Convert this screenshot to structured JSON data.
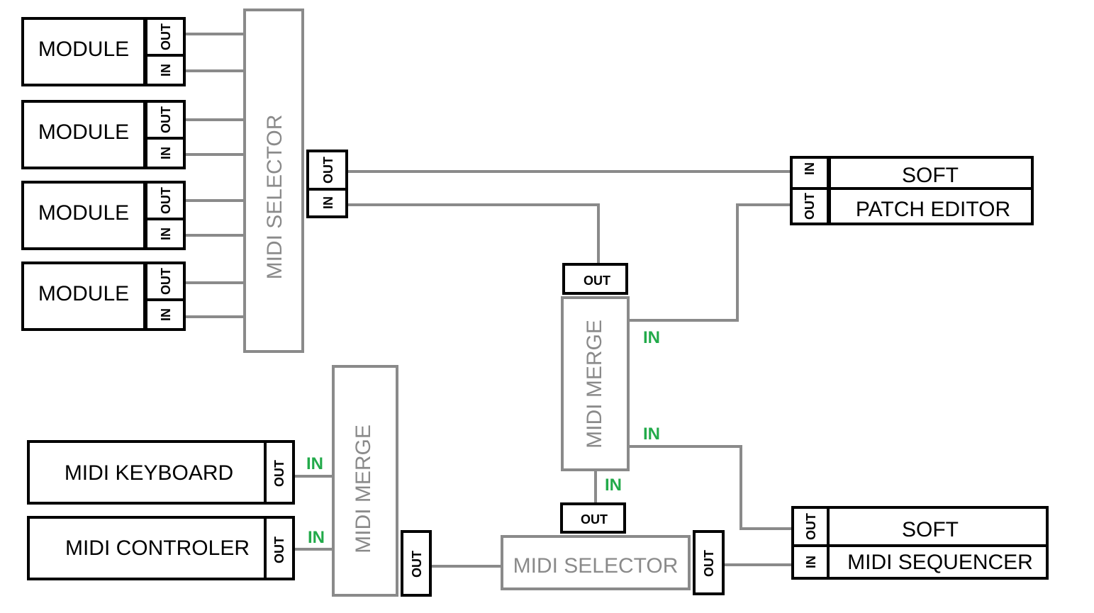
{
  "diagram": {
    "type": "midi-routing",
    "colors": {
      "wire": "#8a8a8a",
      "device_border": "#000000",
      "hub_border": "#8a8a8a",
      "in_label": "#22aa4a"
    },
    "modules": [
      {
        "label": "MODULE",
        "out": "OUT",
        "in": "IN"
      },
      {
        "label": "MODULE",
        "out": "OUT",
        "in": "IN"
      },
      {
        "label": "MODULE",
        "out": "OUT",
        "in": "IN"
      },
      {
        "label": "MODULE",
        "out": "OUT",
        "in": "IN"
      }
    ],
    "midi_selector_top": {
      "label": "MIDI  SELECTOR",
      "out": "OUT",
      "in": "IN"
    },
    "soft_patch_editor": {
      "line1": "SOFT",
      "line2": "PATCH  EDITOR",
      "in": "IN",
      "out": "OUT"
    },
    "midi_merge_center": {
      "label": "MIDI  MERGE",
      "out": "OUT",
      "in1": "IN",
      "in2": "IN",
      "in3": "IN"
    },
    "midi_keyboard": {
      "label": "MIDI KEYBOARD",
      "out": "OUT"
    },
    "midi_controler": {
      "label": "MIDI  CONTROLER",
      "out": "OUT"
    },
    "midi_merge_left": {
      "label": "MIDI  MERGE",
      "in1": "IN",
      "in2": "IN",
      "out": "OUT"
    },
    "midi_selector_bottom": {
      "label": "MIDI  SELECTOR",
      "out_top": "OUT",
      "out_right": "OUT"
    },
    "soft_midi_sequencer": {
      "line1": "SOFT",
      "line2": "MIDI  SEQUENCER",
      "out": "OUT",
      "in": "IN"
    }
  }
}
